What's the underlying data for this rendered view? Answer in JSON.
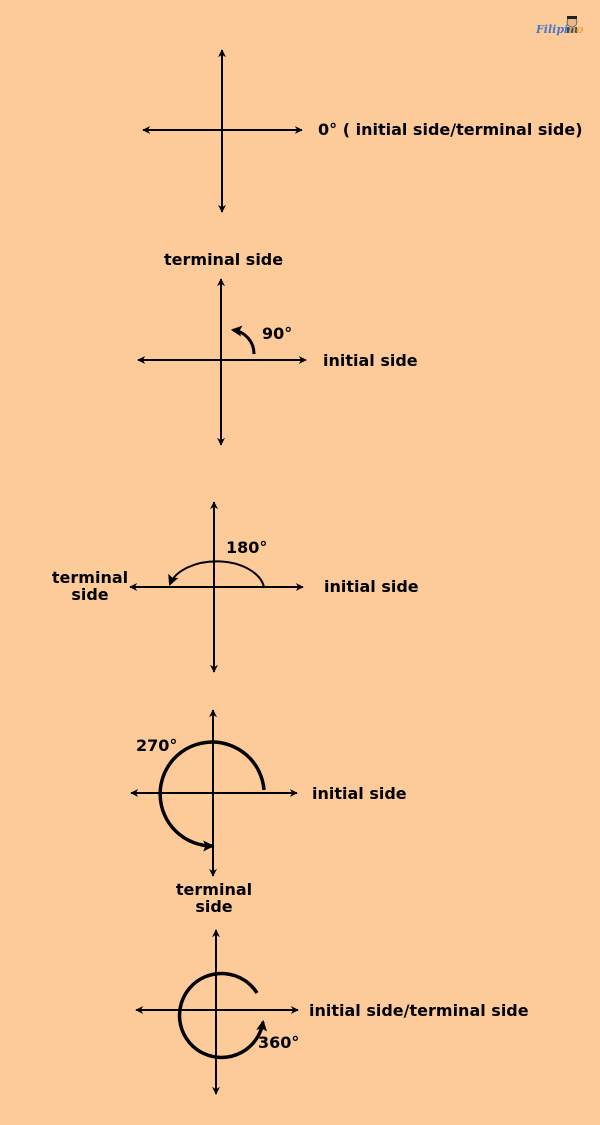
{
  "logo": {
    "text_main": "Filipi",
    "text_tail": "no",
    "main_color": "#4A78C9",
    "tail_color": "#F2A63A"
  },
  "colors": {
    "background": "#FDCB9A",
    "ink": "#000000"
  },
  "diagrams": [
    {
      "angle": "0°",
      "labels": {
        "right": "0° ( initial side/terminal side)"
      }
    },
    {
      "angle": "90°",
      "labels": {
        "top": "terminal side",
        "angle": "90°",
        "right": "initial side"
      }
    },
    {
      "angle": "180°",
      "labels": {
        "left_line1": "terminal",
        "left_line2": "side",
        "angle": "180°",
        "right": "initial side"
      }
    },
    {
      "angle": "270°",
      "labels": {
        "angle": "270°",
        "right": "initial side",
        "bottom_line1": "terminal",
        "bottom_line2": "side"
      }
    },
    {
      "angle": "360°",
      "labels": {
        "right": "initial side/terminal side",
        "angle": "360°"
      }
    }
  ]
}
